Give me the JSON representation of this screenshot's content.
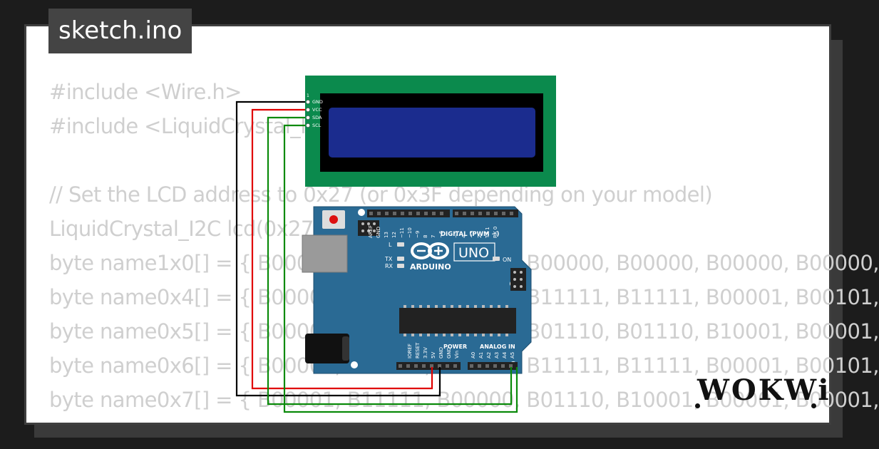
{
  "title": "sketch.ino",
  "code_lines": [
    "#include <Wire.h>",
    "#include <LiquidCrystal_I2C.h>",
    "",
    "// Set the LCD address to 0x27 (or 0x3F depending on your model)",
    "LiquidCrystal_I2C lcd(0x27, 16, 2);",
    "byte name1x0[] = { B00000, B00000, B00000, B00000, B00000, B00000, B00000,",
    "byte name0x4[] = { B00001, B11111, B00000, B11111, B11111, B00001, B00101,",
    "byte name0x5[] = { B00001, B11111, B00000, B01110, B01110, B10001, B00001,",
    "byte name0x6[] = { B00001, B11111, B00000, B11111, B11111, B00001, B00101,",
    "byte name0x7[] = { B00001, B11111, B00000, B01110, B10001, B00001, B00001,"
  ],
  "lcd": {
    "pin_one": "1",
    "pins": [
      "GND",
      "VCC",
      "SDA",
      "SCL"
    ]
  },
  "arduino": {
    "brand": "ARDUINO",
    "model": "UNO",
    "digital_label": "DIGITAL (PWM ~)",
    "power_label": "POWER",
    "analog_label": "ANALOG IN",
    "on_label": "ON",
    "led_labels": [
      "L",
      "TX",
      "RX"
    ],
    "top_pins": [
      "AREF",
      "GND",
      "13",
      "12",
      "~11",
      "~10",
      "~9",
      "8",
      "7",
      "~6",
      "~5",
      "4",
      "~3",
      "2",
      "TX 1",
      "RX 0"
    ],
    "power_pins": [
      "IOREF",
      "RESET",
      "3.3V",
      "5V",
      "GND",
      "GND",
      "Vin"
    ],
    "analog_pins": [
      "A0",
      "A1",
      "A2",
      "A3",
      "A4",
      "A5"
    ]
  },
  "colors": {
    "background": "#1c1c1c",
    "lcd_board": "#0b8a4d",
    "lcd_screen": "#1b2c8e",
    "arduino_board": "#2a6a94",
    "wire_gnd": "#000000",
    "wire_vcc": "#e00000",
    "wire_sda": "#0a8a0a",
    "wire_scl": "#0a8a0a"
  },
  "logo": "WOKWi"
}
